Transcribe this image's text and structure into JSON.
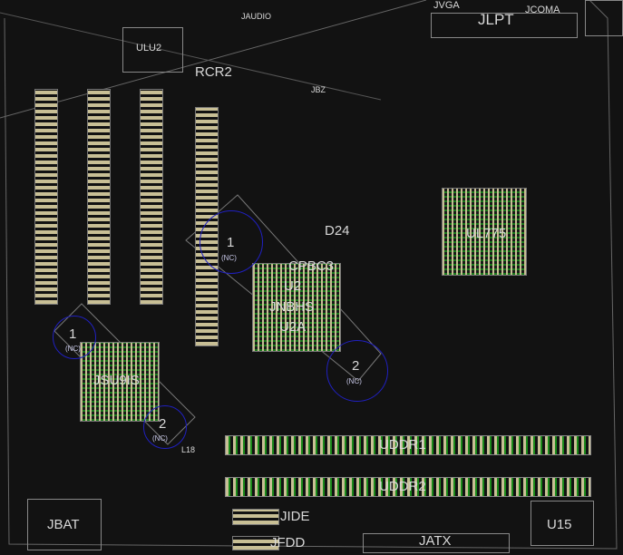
{
  "labels": {
    "jvga": "JVGA",
    "jlpt": "JLPT",
    "jcoma": "JCOMA",
    "jaudio": "JAUDIO",
    "ulu2": "ULU2",
    "rcr2": "RCR2",
    "jbz": "JBZ",
    "d24": "D24",
    "ul775": "UL775",
    "cpbc3": "CPBC3",
    "u2": "U2",
    "jnbhs": "JNBHS",
    "u2a": "U2A",
    "jsu9is": "JSU9IS",
    "l18": "L18",
    "uddr1": "UDDR1",
    "uddr2": "UDDR2",
    "jide": "JIDE",
    "jfdd": "JFDD",
    "jatx": "JATX",
    "jbat": "JBAT",
    "u15": "U15"
  },
  "mounting_holes": [
    {
      "num": "1",
      "note": "(NC)"
    },
    {
      "num": "2",
      "note": "(NC)"
    },
    {
      "num": "1",
      "note": "(NC)"
    },
    {
      "num": "2",
      "note": "(NC)"
    }
  ],
  "colors": {
    "background": "#121212",
    "pad": "#c8bf95",
    "via": "#1a8a1a",
    "hole": "#2020c0",
    "silk": "#d8d8d8"
  }
}
